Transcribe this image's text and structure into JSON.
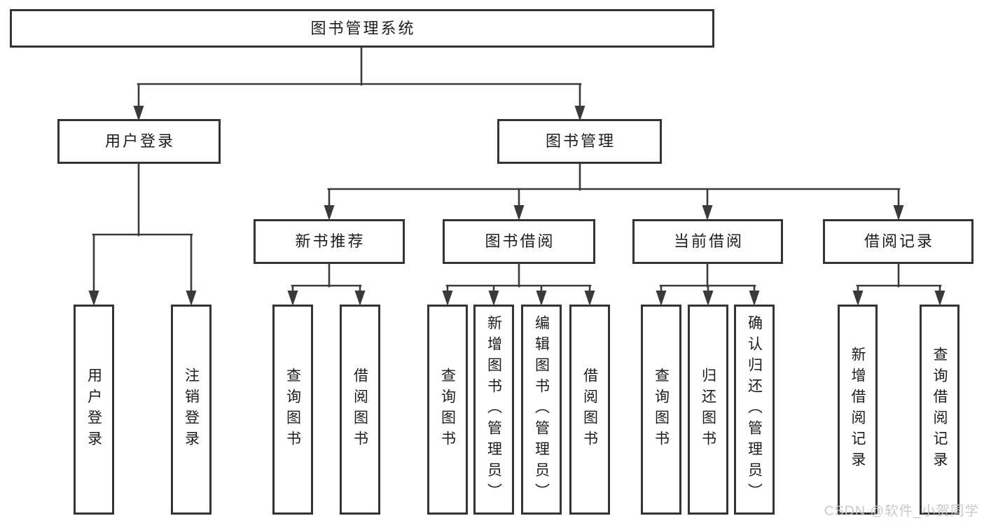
{
  "colors": {
    "background": "#ffffff",
    "box_border": "#343434",
    "box_fill": "#ffffff",
    "text": "#1c1c1c",
    "connector": "#3a3a3a",
    "watermark": "#c6c6c8"
  },
  "tree": {
    "root": {
      "label": "图书管理系统"
    },
    "branches": [
      {
        "label": "用户登录",
        "children": [
          {
            "label": "用户登录"
          },
          {
            "label": "注销登录"
          }
        ]
      },
      {
        "label": "图书管理",
        "children": [
          {
            "label": "新书推荐",
            "children": [
              {
                "label": "查询图书"
              },
              {
                "label": "借阅图书"
              }
            ]
          },
          {
            "label": "图书借阅",
            "children": [
              {
                "label": "查询图书"
              },
              {
                "label": "新增图书（管理员）"
              },
              {
                "label": "编辑图书（管理员）"
              },
              {
                "label": "借阅图书"
              }
            ]
          },
          {
            "label": "当前借阅",
            "children": [
              {
                "label": "查询图书"
              },
              {
                "label": "归还图书"
              },
              {
                "label": "确认归还（管理员）"
              }
            ]
          },
          {
            "label": "借阅记录",
            "children": [
              {
                "label": "新增借阅记录"
              },
              {
                "label": "查询借阅记录"
              }
            ]
          }
        ]
      }
    ]
  },
  "watermark": {
    "text": "CSDN @软件_小贺同学"
  }
}
